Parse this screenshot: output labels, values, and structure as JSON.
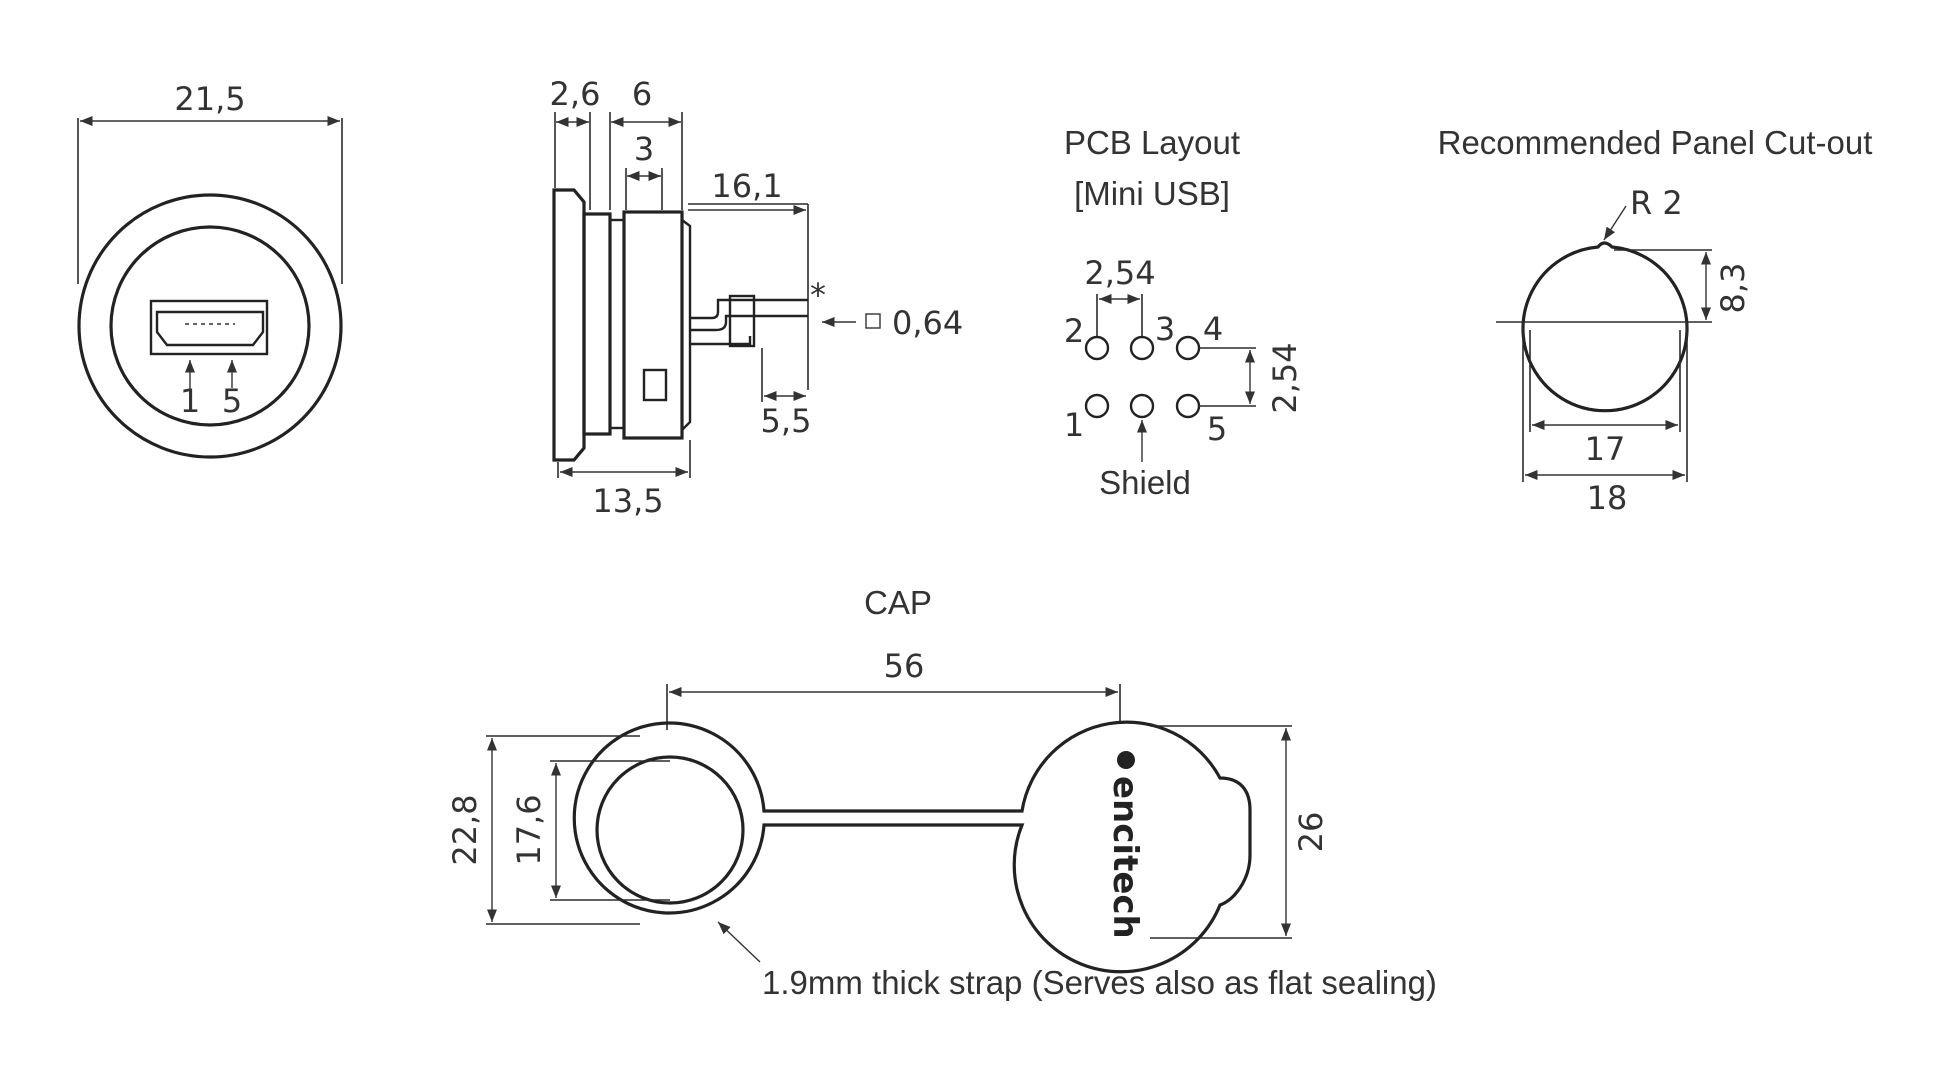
{
  "front_view": {
    "dim_diameter": "21,5",
    "pin_1": "1",
    "pin_5": "5"
  },
  "side_view": {
    "dim_2_6": "2,6",
    "dim_6": "6",
    "dim_3": "3",
    "dim_16_1": "16,1",
    "asterisk": "*",
    "pin_size": "0,64",
    "dim_5_5": "5,5",
    "dim_13_5": "13,5"
  },
  "pcb_layout": {
    "title_line1": "PCB Layout",
    "title_line2": "[Mini USB]",
    "pitch_h": "2,54",
    "pitch_v": "2,54",
    "pin_labels": [
      "1",
      "2",
      "3",
      "4",
      "5"
    ],
    "shield_label": "Shield"
  },
  "panel_cutout": {
    "title": "Recommended Panel Cut-out",
    "radius": "R 2",
    "flat_height": "8,3",
    "width_flat": "17",
    "diameter": "18"
  },
  "cap": {
    "title": "CAP",
    "center_distance": "56",
    "outer_ring": "22,8",
    "inner_ring": "17,6",
    "head_size": "26",
    "logo_text": "encitech",
    "strap_note": "1.9mm thick strap (Serves also as flat sealing)"
  },
  "colors": {
    "line": "#222222",
    "background": "#ffffff"
  }
}
